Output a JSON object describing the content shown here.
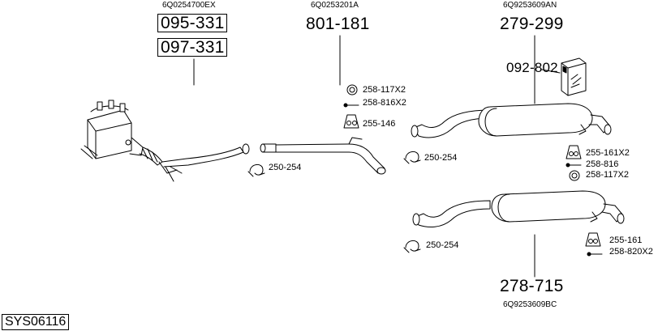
{
  "oe_numbers": {
    "front_dpf": "6Q0254700EX",
    "middle_pipe": "6Q0253201A",
    "rear_silencer_upper": "6Q9253609AN",
    "rear_silencer_lower": "6Q9253609BC"
  },
  "part_numbers": {
    "dpf_1": "095-331",
    "dpf_2": "097-331",
    "middle_pipe": "801-181",
    "rear_upper": "279-299",
    "kit": "092-802",
    "rear_lower": "278-715"
  },
  "small_parts": {
    "ring_mid": "258-117X2",
    "bolt_mid": "258-816X2",
    "hanger_mid": "255-146",
    "clamp_front": "250-254",
    "clamp_rear_upper": "250-254",
    "hanger_rear_upper": "255-161X2",
    "bolt_rear_upper": "258-816",
    "ring_rear_upper": "258-117X2",
    "clamp_rear_lower": "250-254",
    "hanger_rear_lower": "255-161",
    "bolt_rear_lower": "258-820X2"
  },
  "system_id": "SYS06116"
}
